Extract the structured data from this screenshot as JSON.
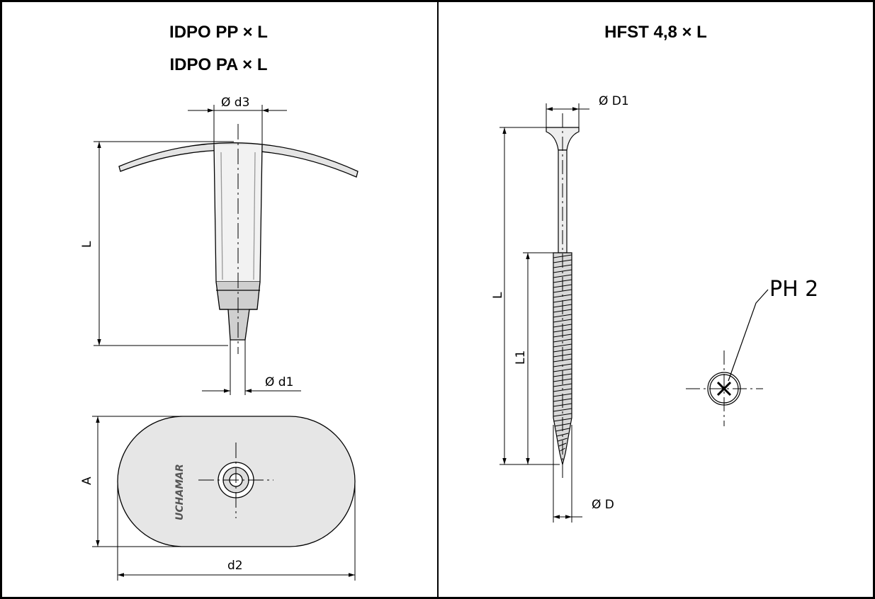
{
  "left_panel": {
    "title_line1": "IDPO PP × L",
    "title_line2": "IDPO PA × L",
    "labels": {
      "d3": "Ø d3",
      "L": "L",
      "d1": "Ø d1",
      "A": "A",
      "d2": "d2",
      "logo": "UCHAMAR"
    }
  },
  "right_panel": {
    "title": "HFST 4,8 × L",
    "labels": {
      "D1": "Ø D1",
      "L": "L",
      "L1": "L1",
      "D": "Ø D",
      "drive": "PH 2"
    }
  }
}
